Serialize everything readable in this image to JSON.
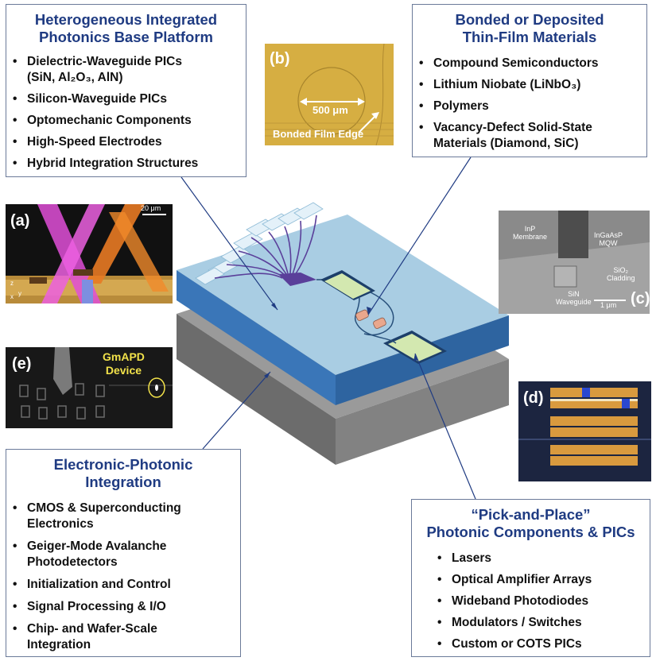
{
  "boxes": {
    "top_left": {
      "title": "Heterogeneous Integrated\nPhotonics Base Platform",
      "items": [
        "Dielectric-Waveguide PICs\n(SiN, Al₂O₃, AlN)",
        "Silicon-Waveguide PICs",
        "Optomechanic Components",
        "High-Speed Electrodes",
        "Hybrid Integration Structures"
      ]
    },
    "top_right": {
      "title": "Bonded or Deposited\nThin-Film Materials",
      "items": [
        "Compound Semiconductors",
        "Lithium Niobate (LiNbO₃)",
        "Polymers",
        "Vacancy-Defect Solid-State\nMaterials (Diamond, SiC)"
      ]
    },
    "bottom_left": {
      "title": "Electronic-Photonic\nIntegration",
      "items": [
        "CMOS & Superconducting\nElectronics",
        "Geiger-Mode Avalanche\nPhotodetectors",
        "Initialization and Control",
        "Signal Processing & I/O",
        "Chip- and Wafer-Scale\nIntegration"
      ]
    },
    "bottom_right": {
      "title": "“Pick-and-Place”\nPhotonic Components & PICs",
      "items": [
        "Lasers",
        "Optical Amplifier Arrays",
        "Wideband Photodiodes",
        "Modulators / Switches",
        "Custom or COTS PICs"
      ]
    }
  },
  "panels": {
    "a": {
      "label": "(a)",
      "scale": "20 μm",
      "axis_z": "z",
      "axis_x": "x",
      "axis_y": "y"
    },
    "b": {
      "label": "(b)",
      "scale": "500 μm",
      "edge": "Bonded Film Edge"
    },
    "c": {
      "label": "(c)",
      "membrane": "InP\nMembrane",
      "mqw": "InGaAsP\nMQW",
      "cladding": "SiO₂\nCladding",
      "waveguide": "SiN\nWaveguide",
      "scale": "1 μm"
    },
    "d": {
      "label": "(d)"
    },
    "e": {
      "label": "(e)",
      "device": "GmAPD\nDevice"
    }
  },
  "colors": {
    "title_blue": "#1f3b82",
    "box_border": "#6b7a99",
    "chip_top": "#a9cde3",
    "chip_side": "#3a76b8",
    "base_top": "#9a9a9a",
    "base_side": "#6c6c6c",
    "pad_green": "#d3e8b0",
    "fanout_purple": "#5a3f9a"
  }
}
